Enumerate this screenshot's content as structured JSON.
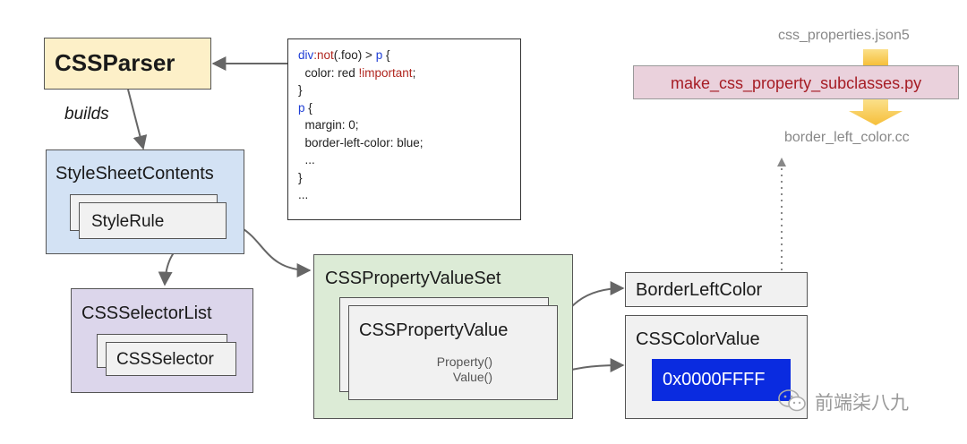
{
  "nodes": {
    "css_parser": "CSSParser",
    "builds_label": "builds",
    "stylesheet_contents": "StyleSheetContents",
    "style_rule": "StyleRule",
    "css_selector_list": "CSSSelectorList",
    "css_selector": "CSSSelector",
    "css_property_value_set": "CSSPropertyValueSet",
    "css_property_value": "CSSPropertyValue",
    "property_method": "Property()",
    "value_method": "Value()",
    "border_left_color": "BorderLeftColor",
    "css_color_value": "CSSColorValue",
    "color_swatch_value": "0x0000FFFF",
    "css_properties_json": "css_properties.json5",
    "make_script": "make_css_property_subclasses.py",
    "output_file": "border_left_color.cc"
  },
  "code": {
    "line1": {
      "sel_div": "div",
      "pseudo": ":not",
      "rest": "(.foo) > ",
      "sel_p": "p",
      "brace": " {"
    },
    "line2": {
      "prop": "  color: red ",
      "imp": "!important",
      "end": ";"
    },
    "line3": "}",
    "line4": {
      "sel": "p",
      "brace": " {"
    },
    "line5": "  margin: 0;",
    "line6": "  border-left-color: blue;",
    "line7": "  ...",
    "line8": "}",
    "line9": "..."
  },
  "watermark": {
    "icon": "wechat-icon",
    "text": "前端柒八九"
  },
  "colors": {
    "css_parser_fill": "#fdf0c8",
    "stylesheet_fill": "#d3e2f4",
    "selector_list_fill": "#dcd6eb",
    "property_set_fill": "#dcebd6",
    "script_fill": "#ead1dc",
    "script_text": "#a61c24",
    "arrow_yellow": "#f9c745",
    "swatch_blue": "#0a2be0"
  }
}
